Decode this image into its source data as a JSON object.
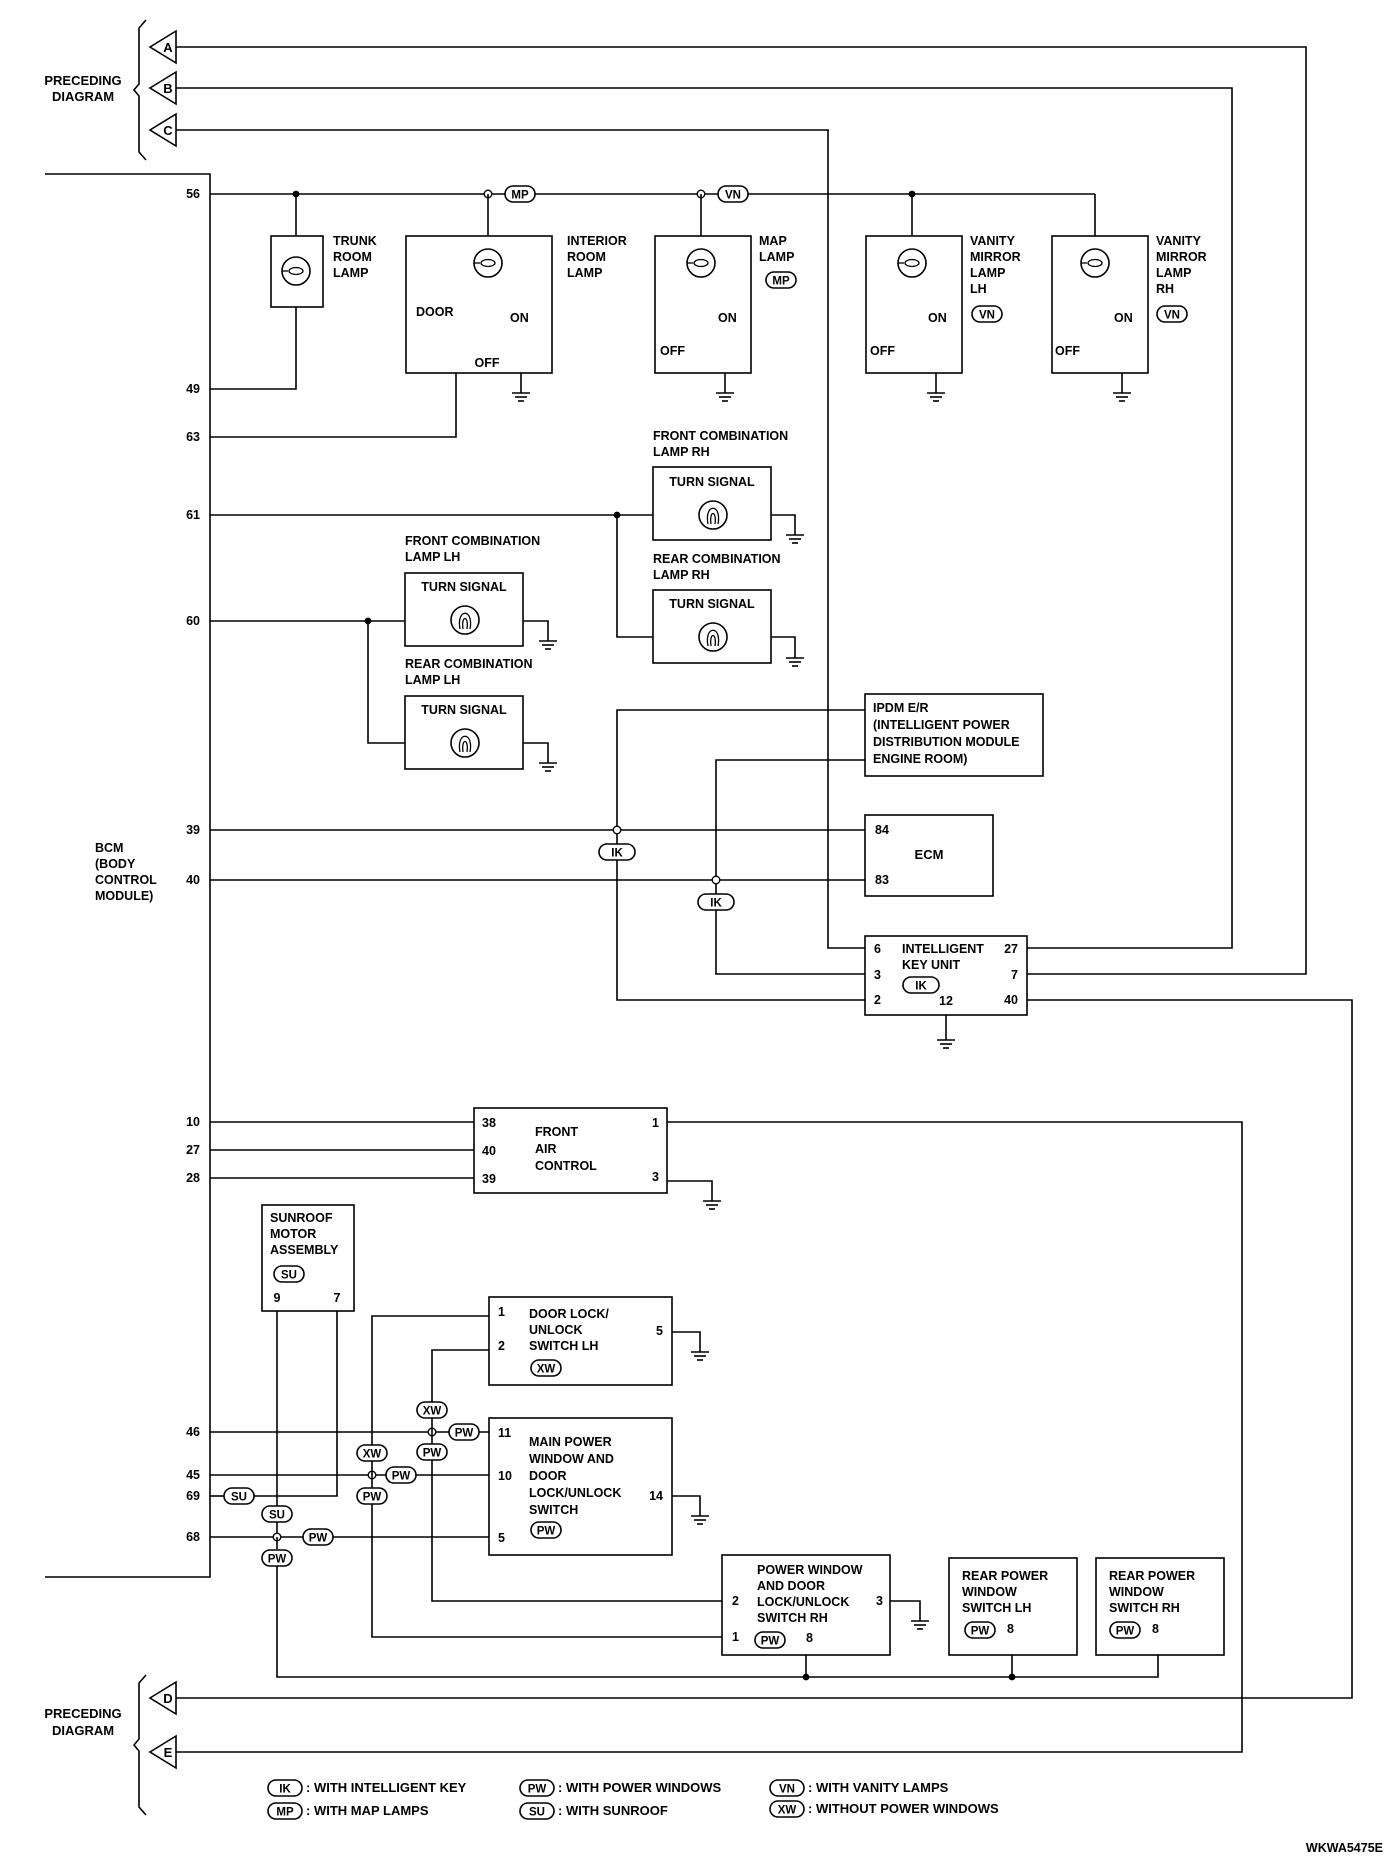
{
  "connectors": {
    "A": "A",
    "B": "B",
    "C": "C",
    "D": "D",
    "E": "E",
    "preceding_line1": "PRECEDING",
    "preceding_line2": "DIAGRAM"
  },
  "bcm": {
    "label": [
      "BCM",
      "(BODY",
      "CONTROL",
      "MODULE)"
    ],
    "pins": [
      "56",
      "49",
      "63",
      "61",
      "60",
      "39",
      "40",
      "10",
      "27",
      "28",
      "46",
      "45",
      "69",
      "68"
    ]
  },
  "components": {
    "trunk_room_lamp": [
      "TRUNK",
      "ROOM",
      "LAMP"
    ],
    "interior_room_lamp": [
      "INTERIOR",
      "ROOM",
      "LAMP"
    ],
    "interior_door": "DOOR",
    "interior_on": "ON",
    "interior_off": "OFF",
    "map_lamp": [
      "MAP",
      "LAMP"
    ],
    "vanity_lh": [
      "VANITY",
      "MIRROR",
      "LAMP",
      "LH"
    ],
    "vanity_rh": [
      "VANITY",
      "MIRROR",
      "LAMP",
      "RH"
    ],
    "on": "ON",
    "off": "OFF",
    "front_combo_rh": [
      "FRONT COMBINATION",
      "LAMP RH"
    ],
    "rear_combo_rh": [
      "REAR COMBINATION",
      "LAMP RH"
    ],
    "front_combo_lh": [
      "FRONT COMBINATION",
      "LAMP LH"
    ],
    "rear_combo_lh": [
      "REAR COMBINATION",
      "LAMP LH"
    ],
    "turn_signal": "TURN SIGNAL",
    "ipdm": [
      "IPDM E/R",
      "(INTELLIGENT POWER",
      "DISTRIBUTION MODULE",
      "ENGINE ROOM)"
    ],
    "ecm": "ECM",
    "ecm_pin_84": "84",
    "ecm_pin_83": "83",
    "iku": [
      "INTELLIGENT",
      "KEY UNIT"
    ],
    "iku_pins": {
      "p6": "6",
      "p3": "3",
      "p2": "2",
      "p12": "12",
      "p27": "27",
      "p7": "7",
      "p40": "40"
    },
    "fac": [
      "FRONT",
      "AIR",
      "CONTROL"
    ],
    "fac_pins": {
      "p38": "38",
      "p40": "40",
      "p39": "39",
      "p1": "1",
      "p3": "3"
    },
    "sunroof": [
      "SUNROOF",
      "MOTOR",
      "ASSEMBLY"
    ],
    "sunroof_pins": {
      "p9": "9",
      "p7": "7"
    },
    "door_lock_lh": [
      "DOOR LOCK/",
      "UNLOCK",
      "SWITCH LH"
    ],
    "door_lock_lh_pins": {
      "p1": "1",
      "p2": "2",
      "p5": "5"
    },
    "main_pw": [
      "MAIN POWER",
      "WINDOW AND",
      "DOOR",
      "LOCK/UNLOCK",
      "SWITCH"
    ],
    "main_pw_pins": {
      "p11": "11",
      "p10": "10",
      "p5": "5",
      "p14": "14"
    },
    "pw_rh": [
      "POWER WINDOW",
      "AND DOOR",
      "LOCK/UNLOCK",
      "SWITCH RH"
    ],
    "pw_rh_pins": {
      "p2": "2",
      "p1": "1",
      "p3": "3",
      "p8": "8"
    },
    "rear_pw_lh": [
      "REAR POWER",
      "WINDOW",
      "SWITCH LH"
    ],
    "rear_pw_rh": [
      "REAR POWER",
      "WINDOW",
      "SWITCH RH"
    ],
    "rear_pin_8": "8"
  },
  "tags": {
    "IK": "IK",
    "MP": "MP",
    "VN": "VN",
    "PW": "PW",
    "SU": "SU",
    "XW": "XW"
  },
  "legend": {
    "ik": ": WITH INTELLIGENT KEY",
    "mp": ": WITH MAP LAMPS",
    "pw": ": WITH POWER WINDOWS",
    "su": ": WITH SUNROOF",
    "vn": ": WITH VANITY LAMPS",
    "xw": ": WITHOUT POWER WINDOWS"
  },
  "diagram_id": "WKWA5475E"
}
